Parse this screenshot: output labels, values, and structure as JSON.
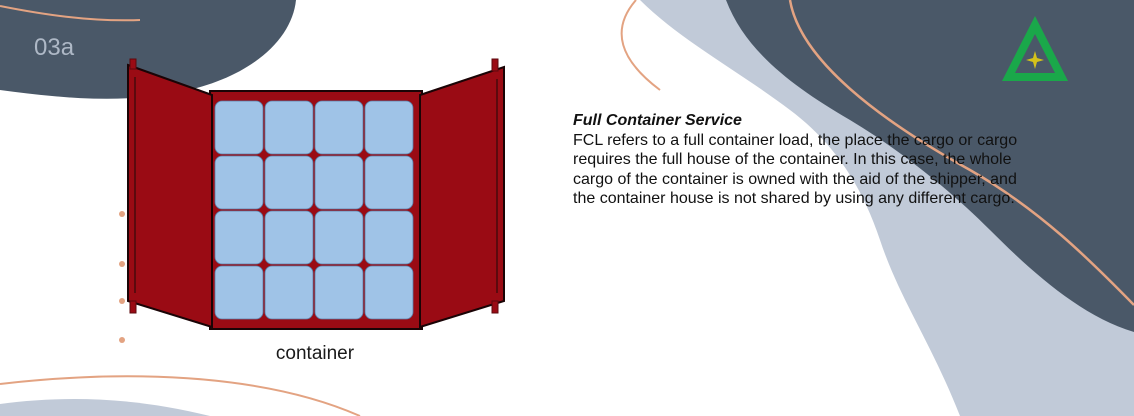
{
  "slide": {
    "number": "03a"
  },
  "colors": {
    "dark_blob": "#4a5868",
    "light_blob": "#c1cad8",
    "accent_line": "#e3a382",
    "container_red": "#9a0b14",
    "container_outline": "#5c0a0e",
    "cargo_box": "#9fc3e7",
    "cargo_box_border": "#5b7fa8",
    "logo_green": "#1aa84a",
    "logo_star": "#d4c21a"
  },
  "logo": {
    "icon": "triangle-compass-icon"
  },
  "diagram": {
    "caption": "container",
    "grid_rows": 4,
    "grid_cols": 4
  },
  "content": {
    "title": "Full Container Service",
    "body": "FCL refers to a full container load, the place the cargo or cargo requires the full house of the container. In this case, the whole cargo of the container is owned with the aid of the shipper, and the container house is not shared by using any different cargo."
  }
}
